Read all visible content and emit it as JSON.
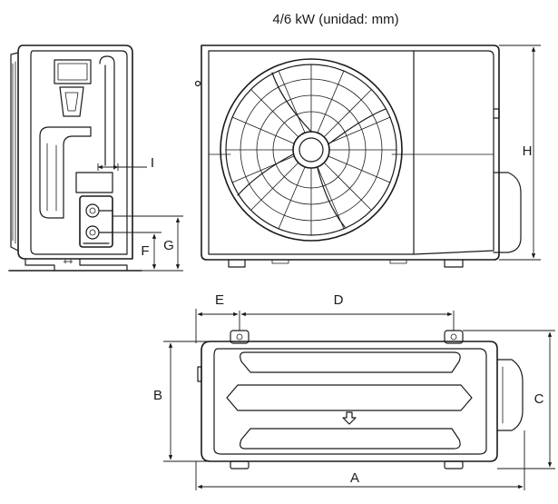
{
  "diagram": {
    "title": "4/6 kW (unidad: mm)",
    "dimension_labels": {
      "A": "A",
      "B": "B",
      "C": "C",
      "D": "D",
      "E": "E",
      "F": "F",
      "G": "G",
      "H": "H",
      "I": "I"
    },
    "views": [
      "side-view",
      "front-view",
      "top-view"
    ]
  }
}
